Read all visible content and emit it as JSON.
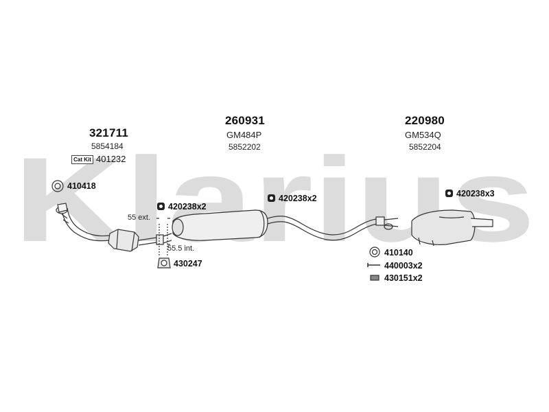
{
  "watermark": "Klarius",
  "groups": [
    {
      "main": "321711",
      "oe": "5854184"
    },
    {
      "main": "260931",
      "code": "GM484P",
      "oe": "5852202"
    },
    {
      "main": "220980",
      "code": "GM534Q",
      "oe": "5852204"
    }
  ],
  "cat_kit": {
    "badge": "Cat Kit",
    "part": "401232"
  },
  "fittings": {
    "gasket_front": "410418",
    "clamp_front": "420238x2",
    "clamp_mid": "420238x2",
    "clamp_rear": "420238x3",
    "mount_front": "430247",
    "ring_rear": "410140",
    "bolt_rear": "440003x2",
    "rubber_rear": "430151x2"
  },
  "dimensions": {
    "ext": "55 ext.",
    "int": "55.5 int."
  },
  "colors": {
    "watermark": "#dcdcdc",
    "line": "#333333",
    "text": "#111111"
  }
}
